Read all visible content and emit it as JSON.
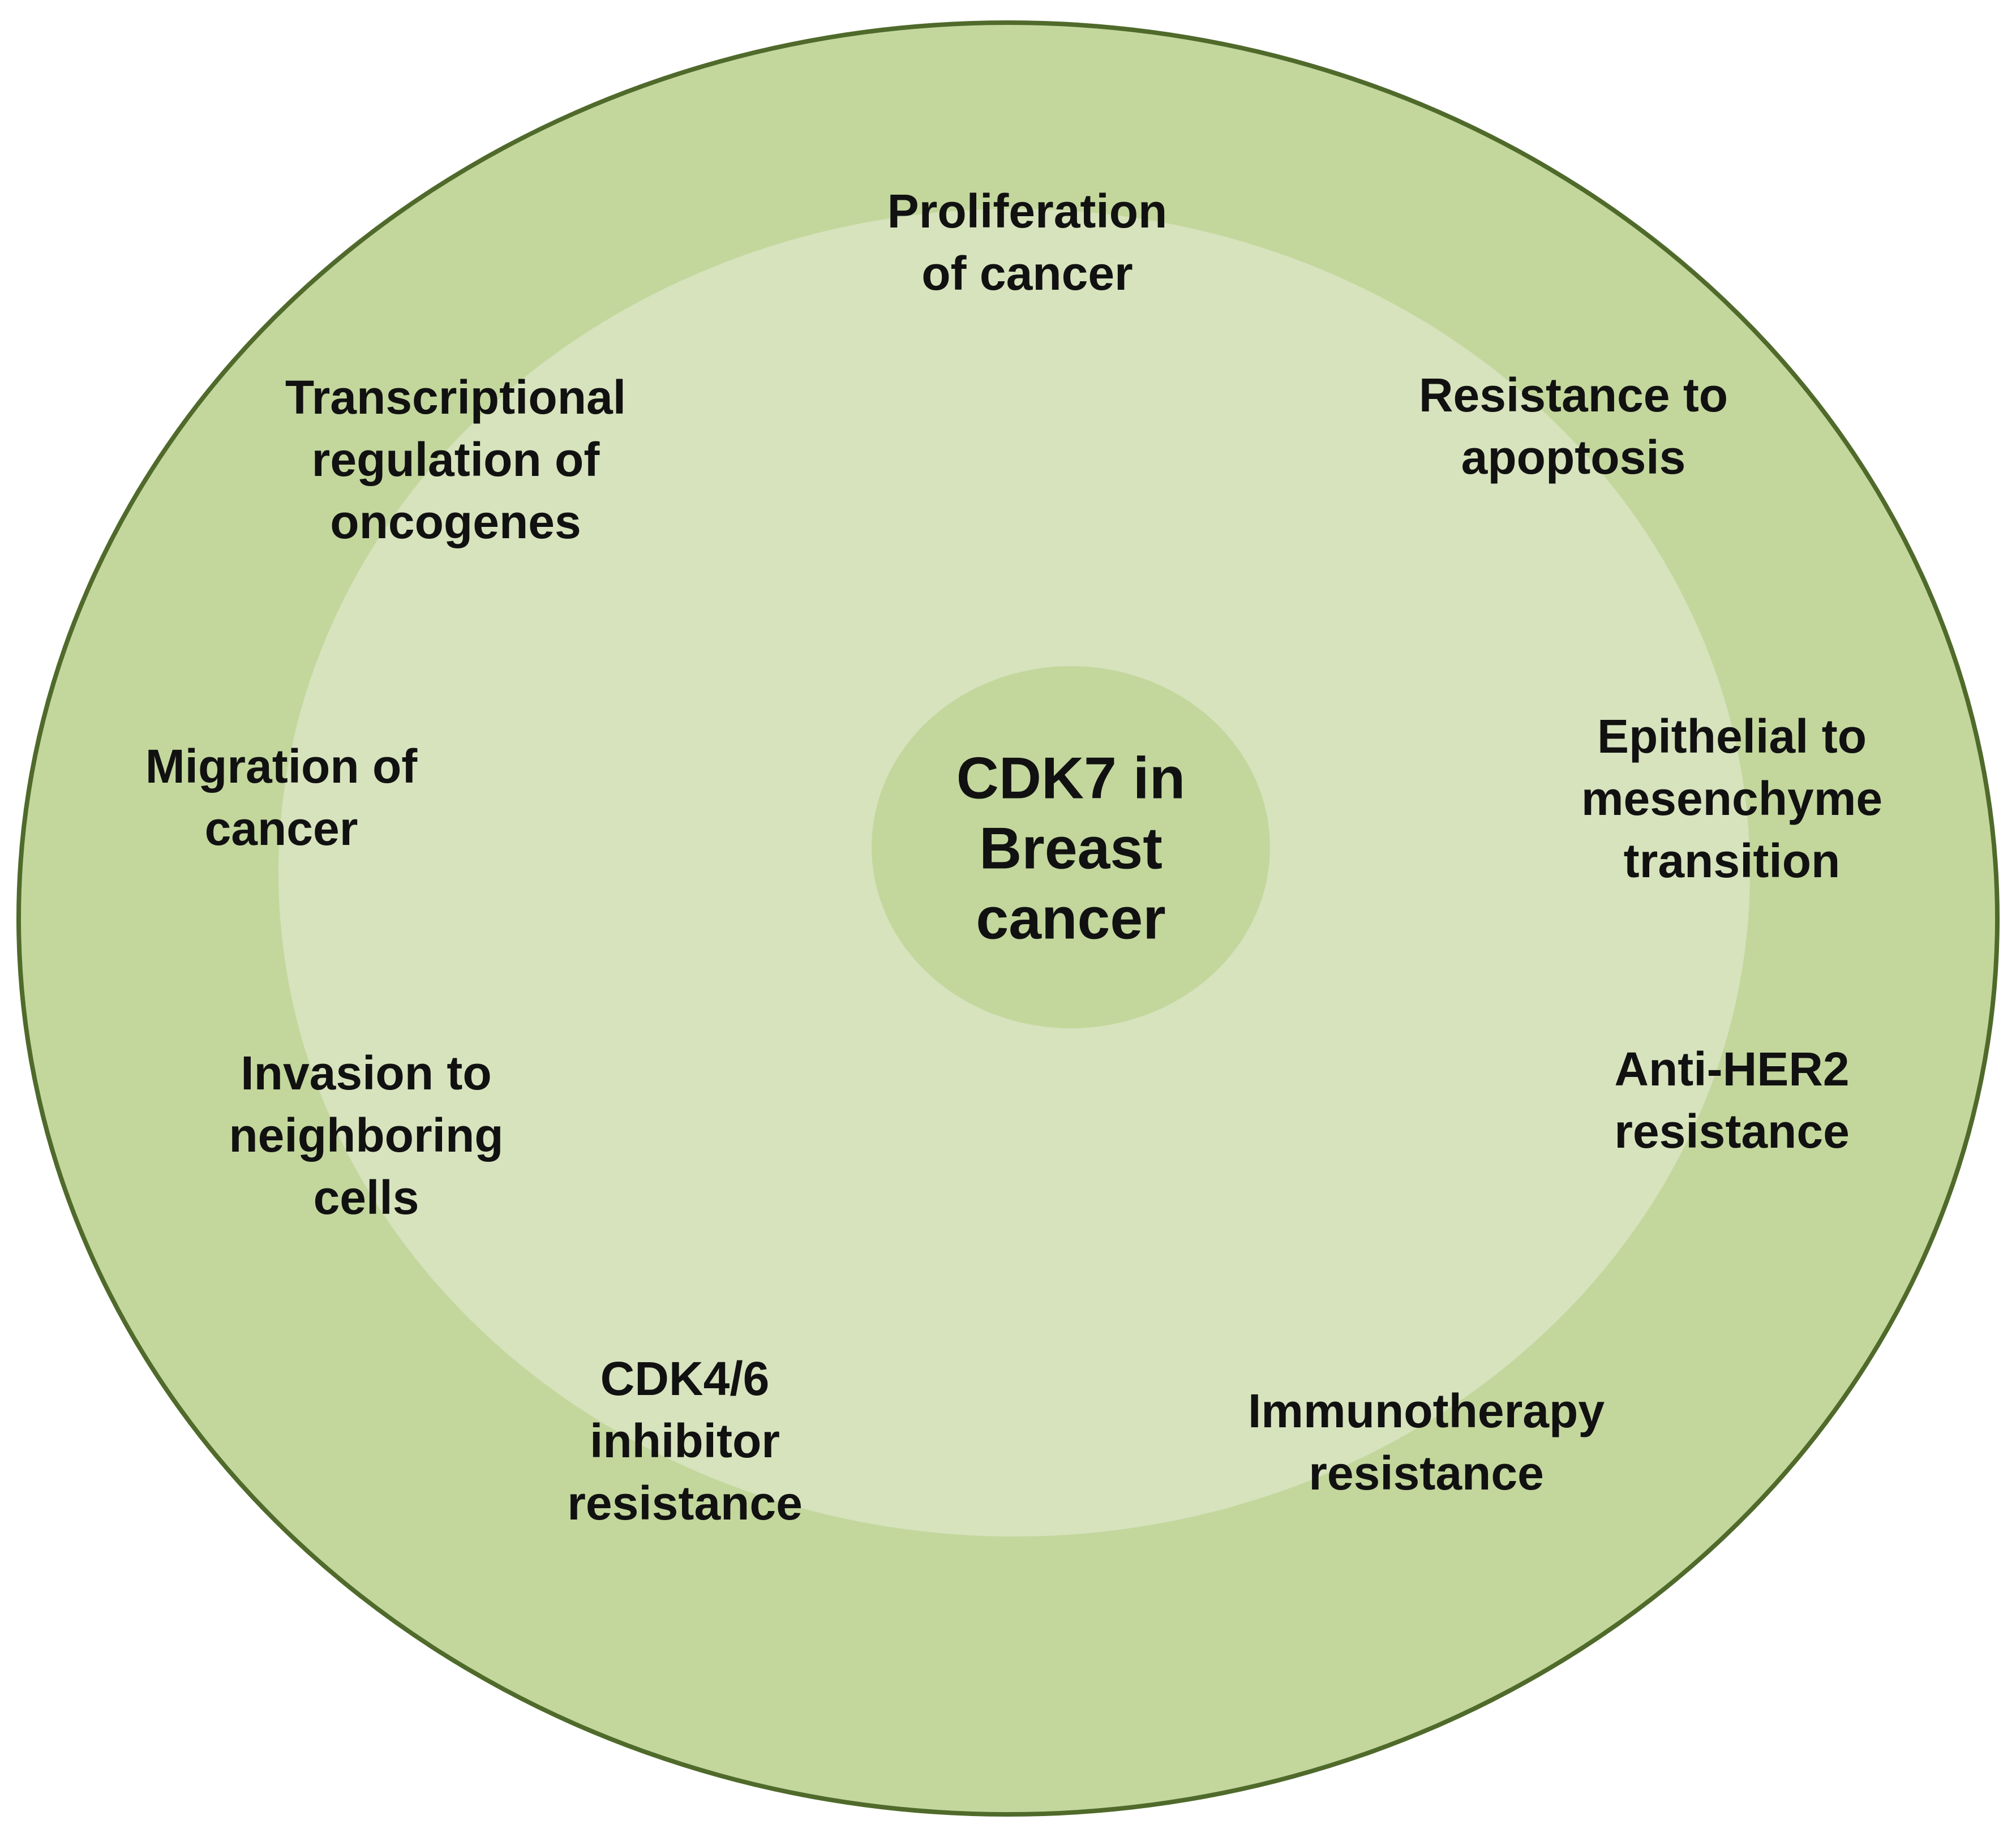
{
  "diagram": {
    "center": {
      "lines": [
        "CDK7 in",
        "Breast",
        "cancer"
      ]
    },
    "items": [
      {
        "id": "proliferation",
        "lines": [
          "Proliferation",
          "of cancer"
        ]
      },
      {
        "id": "apoptosis",
        "lines": [
          "Resistance to",
          "apoptosis"
        ]
      },
      {
        "id": "emt",
        "lines": [
          "Epithelial to",
          "mesenchyme",
          "transition"
        ]
      },
      {
        "id": "anti-her2",
        "lines": [
          "Anti-HER2",
          "resistance"
        ]
      },
      {
        "id": "immunotherapy",
        "lines": [
          "Immunotherapy",
          "resistance"
        ]
      },
      {
        "id": "cdk46",
        "lines": [
          "CDK4/6",
          "inhibitor",
          "resistance"
        ]
      },
      {
        "id": "invasion",
        "lines": [
          "Invasion to",
          "neighboring",
          "cells"
        ]
      },
      {
        "id": "migration",
        "lines": [
          "Migration of",
          "cancer"
        ]
      },
      {
        "id": "transcriptional",
        "lines": [
          "Transcriptional",
          "regulation of",
          "oncogenes"
        ]
      }
    ],
    "colors": {
      "outer_ring": "#c3d79d",
      "outer_border": "#4f6a2a",
      "inner_field": "#d7e3bd",
      "center_circle": "#c3d79d",
      "text": "#111111"
    }
  }
}
